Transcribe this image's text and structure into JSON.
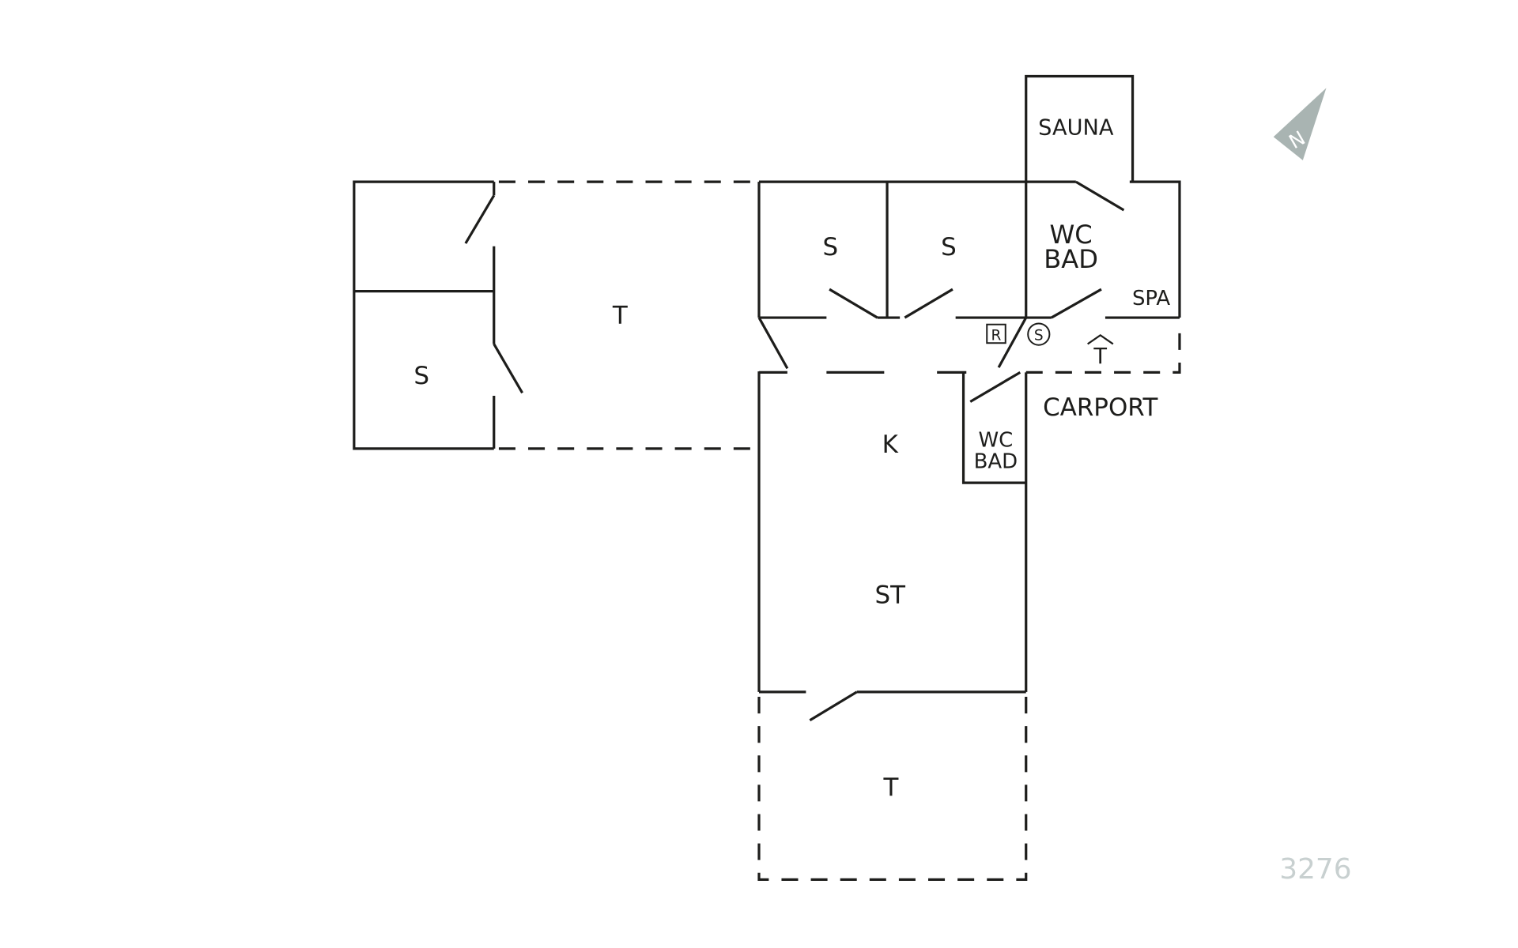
{
  "plan": {
    "rooms": {
      "bedroom_left": "S",
      "terrace_left": "T",
      "bedroom_mid1": "S",
      "bedroom_mid2": "S",
      "wc_bad_main_1": "WC",
      "wc_bad_main_2": "BAD",
      "sauna": "SAUNA",
      "spa": "SPA",
      "carport": "CARPORT",
      "kitchen": "K",
      "wc_bad_small_1": "WC",
      "wc_bad_small_2": "BAD",
      "living": "ST",
      "terrace_bottom": "T"
    },
    "symbols": {
      "r_box": "R",
      "s_circle": "S",
      "entrance_t": "T"
    },
    "compass": {
      "label": "N"
    },
    "plan_number": "3276"
  },
  "colors": {
    "line": "#1d1d1b",
    "compass": "#a9b4b2",
    "number": "#c8d0d0"
  }
}
